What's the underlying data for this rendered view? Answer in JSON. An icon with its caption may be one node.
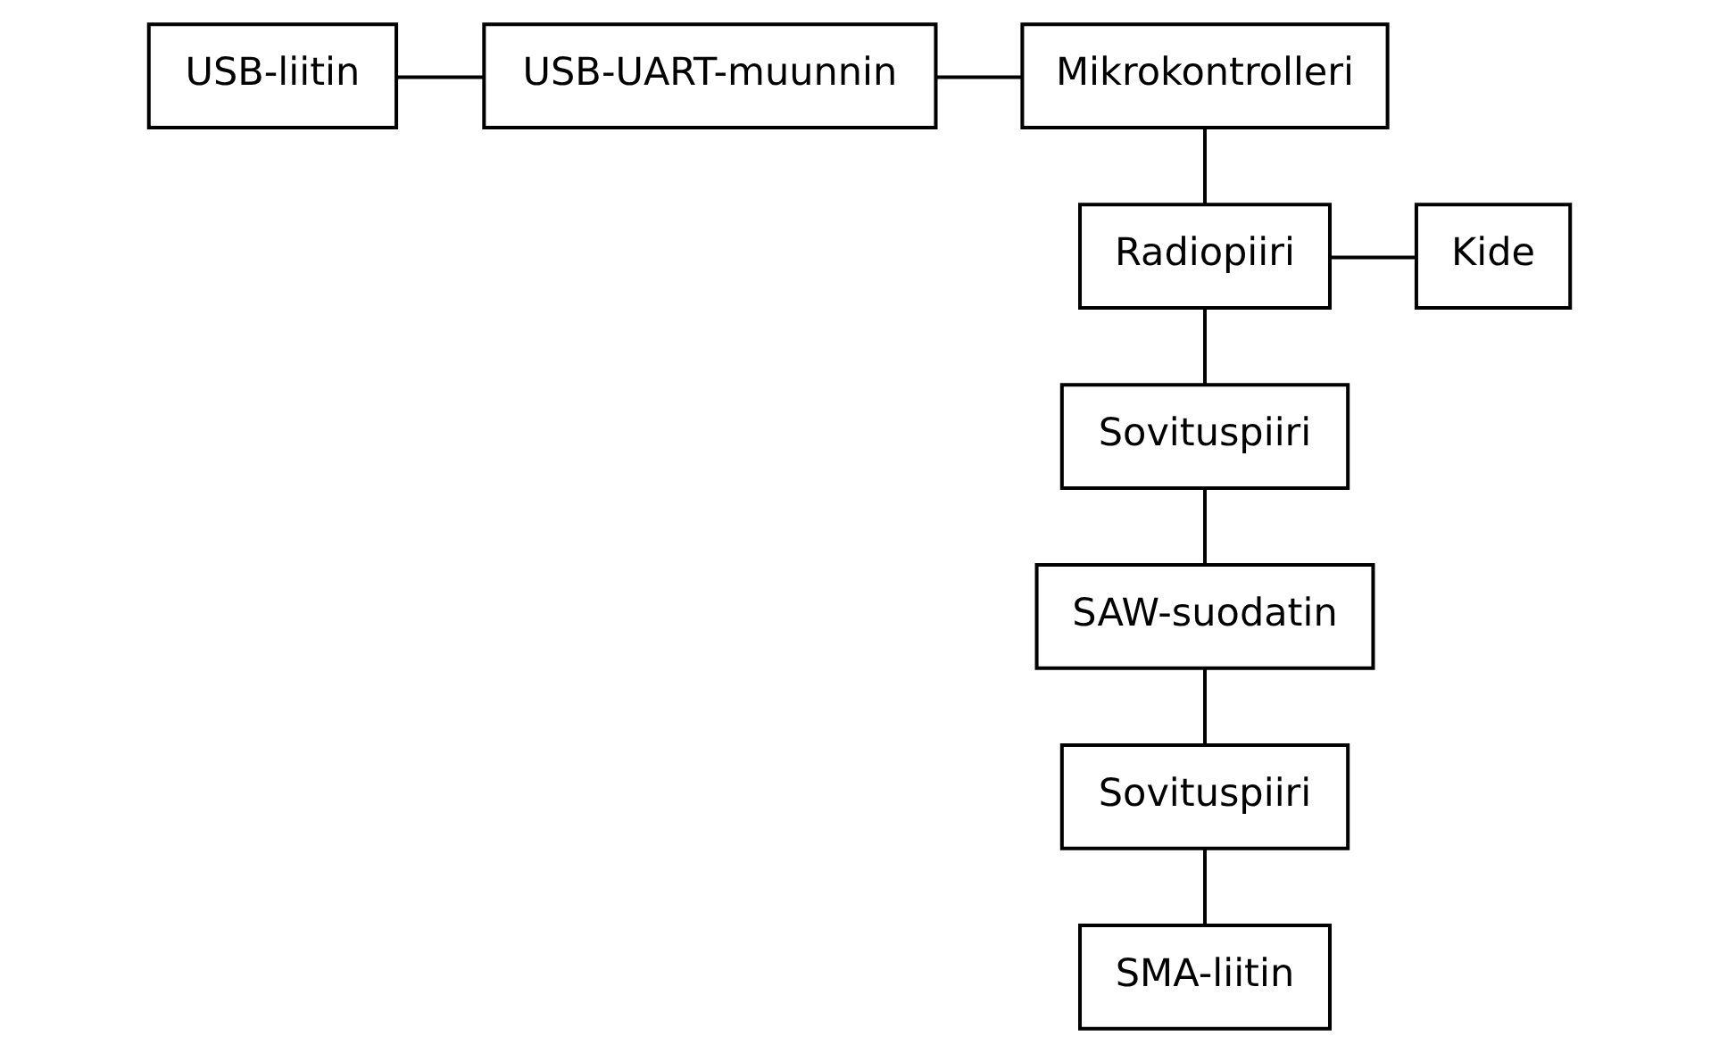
{
  "diagram": {
    "nodes": [
      {
        "text": [
          "USB-liitin"
        ]
      },
      {
        "text": [
          "USB-UART-muunnin"
        ]
      },
      {
        "text": [
          "Mikrokontrolleri"
        ]
      },
      {
        "text": [
          "Radiopiiri"
        ]
      },
      {
        "text": [
          "Kide"
        ]
      },
      {
        "text": [
          "Sovituspiiri"
        ]
      },
      {
        "text": [
          "SAW-suodatin"
        ]
      },
      {
        "text": [
          "Sovituspiiri"
        ]
      },
      {
        "text": [
          "SMA-liitin"
        ]
      }
    ],
    "edges": [
      {
        "from": 0,
        "to": 1,
        "arrow": "none"
      },
      {
        "from": 1,
        "to": 2,
        "arrow": "none"
      },
      {
        "from": 2,
        "to": 3,
        "arrow": "none"
      },
      {
        "from": 3,
        "to": 4,
        "arrow": "none"
      },
      {
        "from": 3,
        "to": 5,
        "arrow": "none"
      },
      {
        "from": 5,
        "to": 6,
        "arrow": "none"
      },
      {
        "from": 6,
        "to": 7,
        "arrow": "none"
      },
      {
        "from": 7,
        "to": 8,
        "arrow": "none"
      }
    ]
  }
}
